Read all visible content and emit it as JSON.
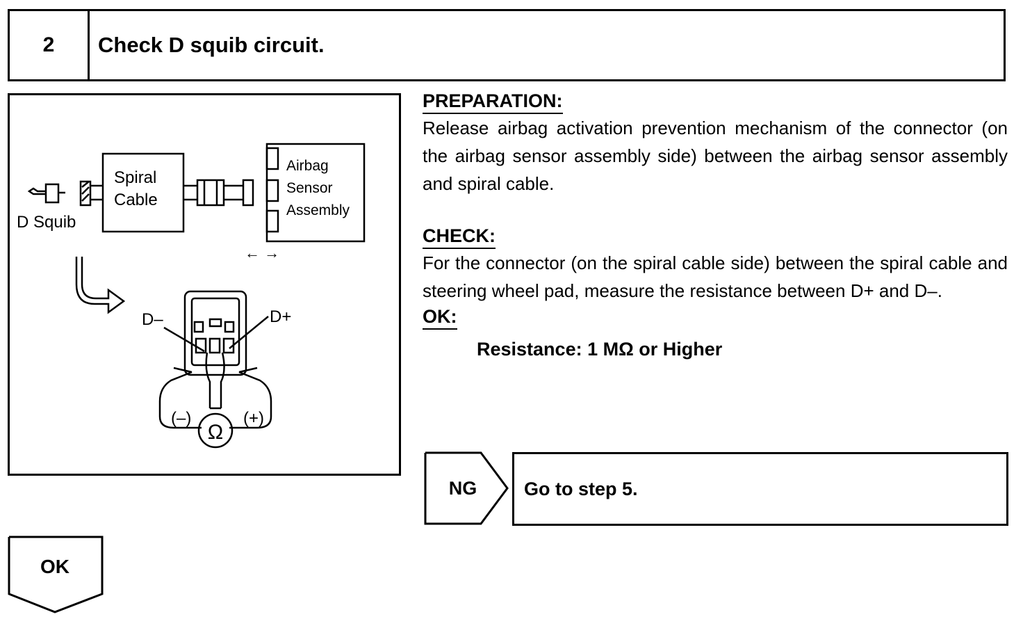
{
  "step": {
    "number": "2",
    "title": "Check D squib circuit."
  },
  "figure": {
    "labels": {
      "spiral": "Spiral",
      "cable": "Cable",
      "airbag": "Airbag",
      "sensor": "Sensor",
      "assembly": "Assembly",
      "d_squib": "D Squib",
      "arrows": "← →",
      "d_minus": "D–",
      "d_plus": "D+",
      "minus": "(–)",
      "plus": "(+)",
      "ohm": "Ω"
    }
  },
  "preparation": {
    "heading": "PREPARATION:",
    "text": "Release airbag activation prevention mechanism of the connector (on the airbag sensor assembly side) between the airbag sensor assembly and spiral cable."
  },
  "check": {
    "heading": "CHECK:",
    "text": "For the connector (on the spiral cable side) between the spiral cable and steering wheel pad, measure the resistance between D+ and D–."
  },
  "ok_spec": {
    "heading": "OK:",
    "value": "Resistance: 1 MΩ  or Higher"
  },
  "ng": {
    "label": "NG",
    "action": "Go to step 5."
  },
  "ok_branch": {
    "label": "OK"
  }
}
